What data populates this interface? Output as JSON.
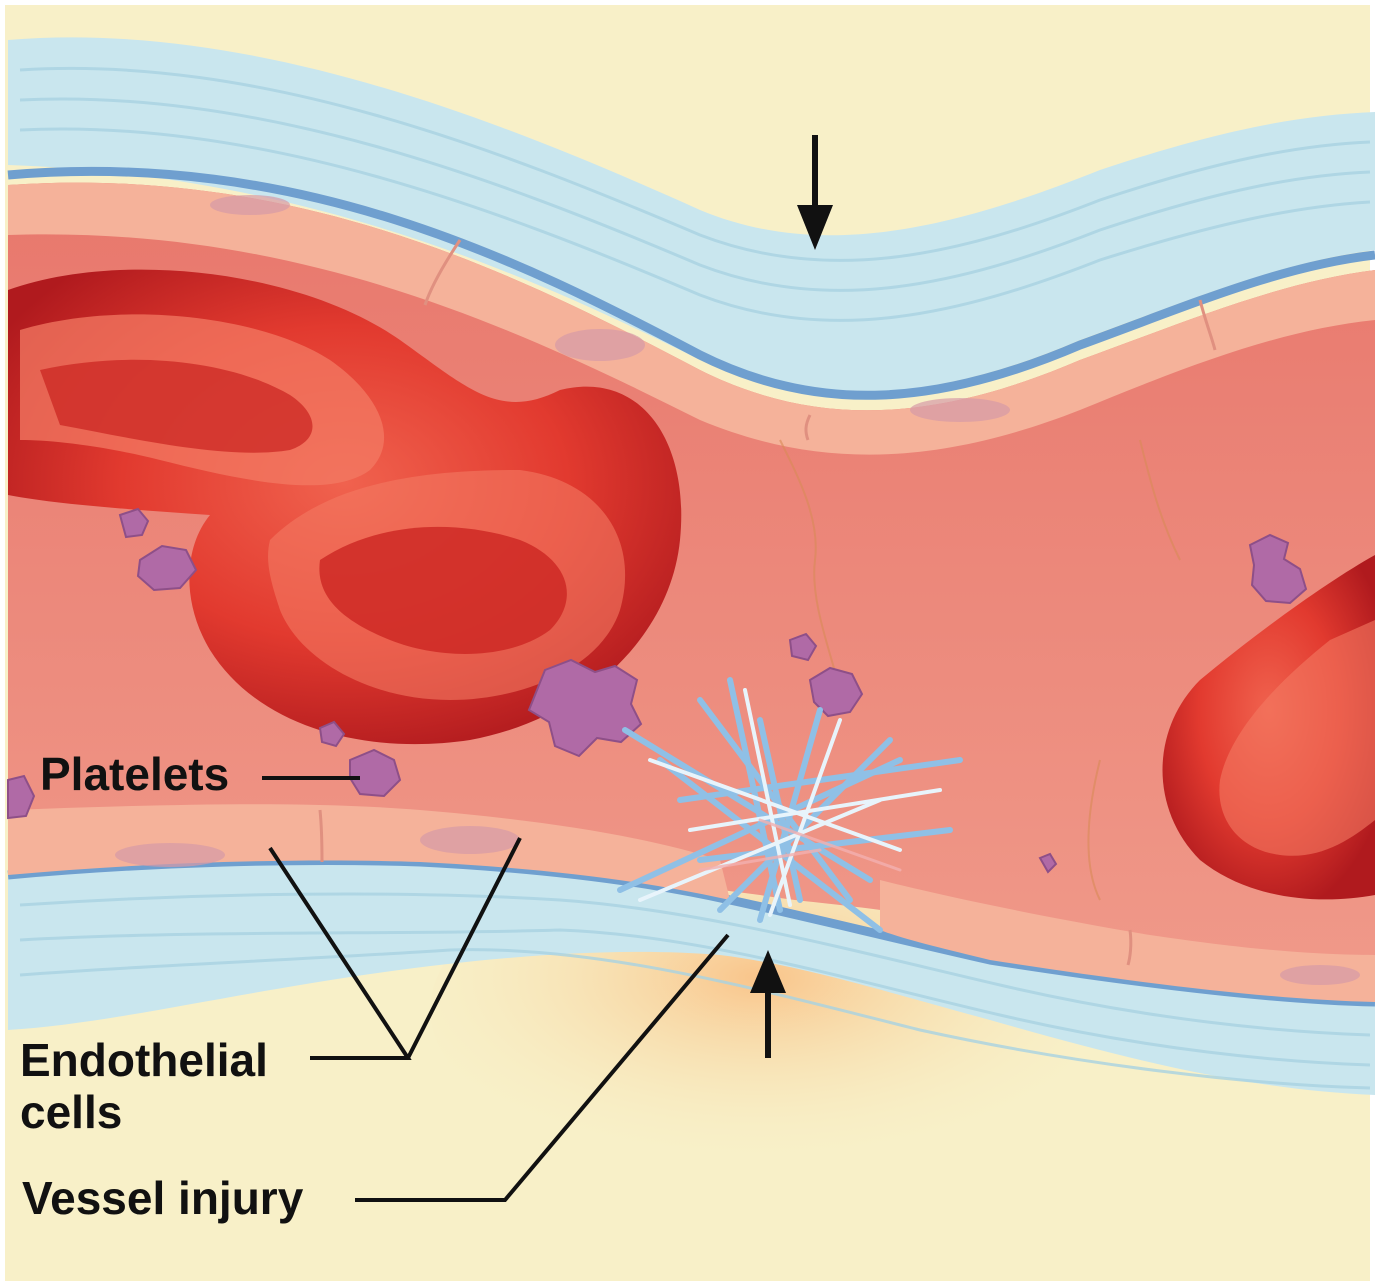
{
  "labels": {
    "platelets": "Platelets",
    "endothelial_cells": "Endothelial cells",
    "vessel_injury": "Vessel injury"
  },
  "colors": {
    "background": "#f8f0c8",
    "vessel_wall": "#c9e6ee",
    "basement_membrane": "#6f9fcf",
    "endothelium": "#f5b29a",
    "lumen": "#e8756a",
    "red_blood_cell": "#d92b2b",
    "platelet": "#b06aa6",
    "collagen": "#8fc0e6",
    "injury_glow": "#f9c98e"
  }
}
